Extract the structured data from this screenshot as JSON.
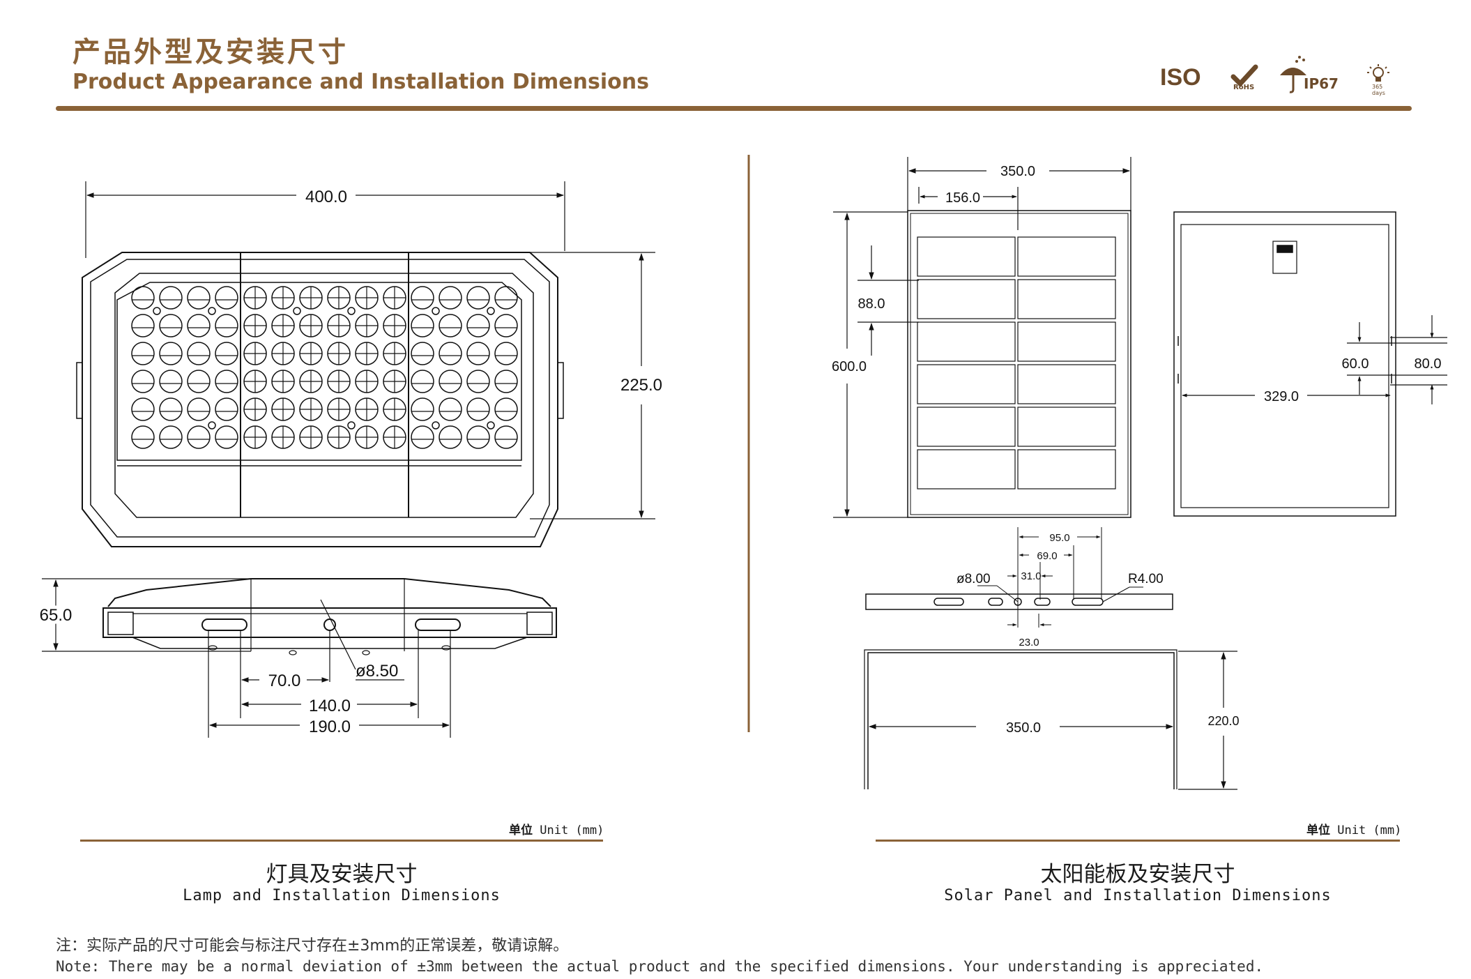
{
  "header": {
    "title_cn": "产品外型及安装尺寸",
    "title_en": "Product Appearance and Installation Dimensions",
    "certs": {
      "iso": "ISO",
      "rohs": "RoHS",
      "ip": "IP67",
      "days_num": "365",
      "days": "days"
    },
    "accent": "#8a6237"
  },
  "lamp": {
    "width": "400.0",
    "height": "225.0",
    "depth": "65.0",
    "hole": "ø8.50",
    "d70": "70.0",
    "d140": "140.0",
    "d190": "190.0",
    "unit_cn": "单位",
    "unit_en": "Unit (mm)",
    "caption_cn": "灯具及安装尺寸",
    "caption_en": "Lamp and Installation Dimensions"
  },
  "panel": {
    "width": "350.0",
    "cell_w": "156.0",
    "cell_h": "88.0",
    "height": "600.0",
    "d60": "60.0",
    "d80": "80.0",
    "d329": "329.0",
    "b95": "95.0",
    "b69": "69.0",
    "b31": "31.0",
    "b23": "23.0",
    "hole": "ø8.00",
    "radius": "R4.00",
    "bracket_w": "350.0",
    "bracket_h": "220.0",
    "unit_cn": "单位",
    "unit_en": "Unit (mm)",
    "caption_cn": "太阳能板及安装尺寸",
    "caption_en": "Solar Panel and Installation Dimensions"
  },
  "note": {
    "cn": "注：实际产品的尺寸可能会与标注尺寸存在±3mm的正常误差，敬请谅解。",
    "en": "Note: There may be a normal deviation of ±3mm between the actual product and the specified dimensions. Your understanding is appreciated."
  }
}
